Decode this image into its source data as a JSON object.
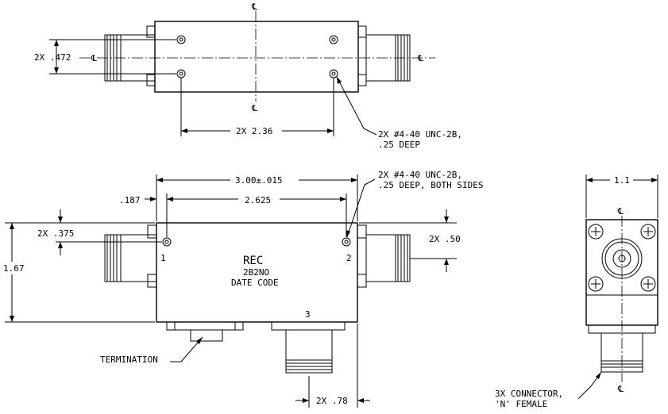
{
  "top_view": {
    "centerline_symbol": "℄",
    "dim_spacing": "2X .472",
    "dim_length": "2X 2.36",
    "note_thread": "2X #4-40 UNC-2B,",
    "note_depth": ".25 DEEP"
  },
  "front_view": {
    "dim_overall": "3.00±.015",
    "dim_inset": ".187",
    "dim_holes": "2.625",
    "dim_hole_height": "2X .375",
    "dim_height": "1.67",
    "dim_port_offset": "2X .50",
    "dim_port3": "2X .78",
    "note_thread": "2X #4-40 UNC-2B,",
    "note_depth": ".25 DEEP, BOTH SIDES",
    "port1": "1",
    "port2": "2",
    "port3": "3",
    "label_maker": "REC",
    "label_model": "2B2NO",
    "label_date": "DATE CODE",
    "termination": "TERMINATION"
  },
  "side_view": {
    "dim_width": "1.1",
    "centerline_symbol": "℄",
    "note_connector": "3X CONNECTOR,",
    "note_connector_type": "'N' FEMALE"
  }
}
